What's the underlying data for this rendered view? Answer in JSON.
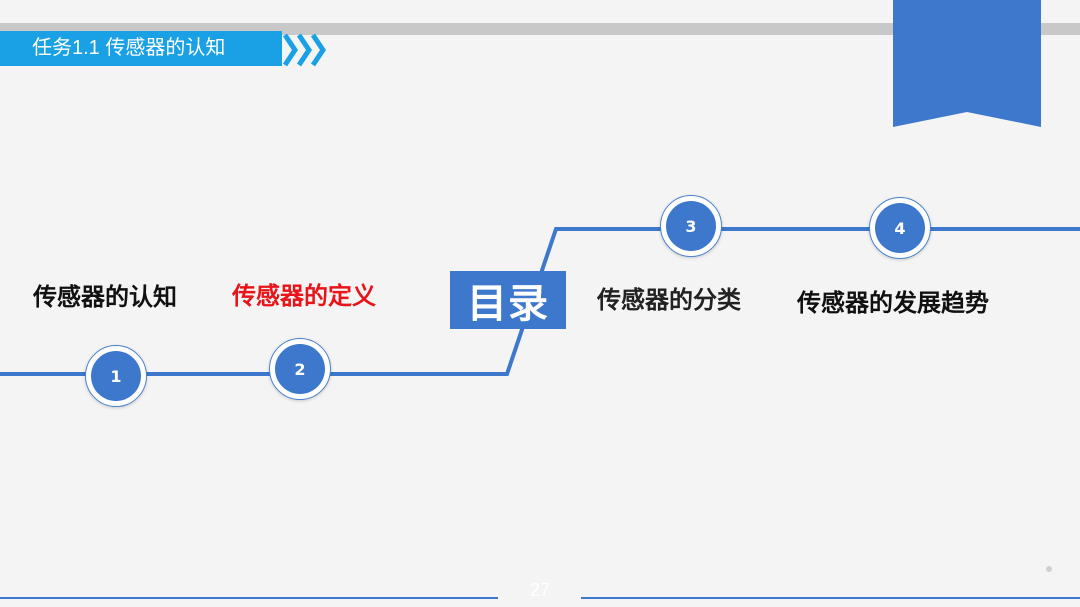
{
  "header": {
    "title": "任务1.1  传感器的认知"
  },
  "toc": {
    "label": "目录",
    "items": [
      {
        "number": "1",
        "label": "传感器的认知",
        "color": "#111111",
        "current": false
      },
      {
        "number": "2",
        "label": "传感器的定义",
        "color": "#e8141a",
        "current": true
      },
      {
        "number": "3",
        "label": "传感器的分类",
        "color": "#222222",
        "current": false
      },
      {
        "number": "4",
        "label": "传感器的发展趋势",
        "color": "#111111",
        "current": false
      }
    ]
  },
  "footer": {
    "page_number": "27"
  },
  "colors": {
    "accent_blue": "#3d78cd",
    "banner_cyan": "#1aa0e4",
    "highlight_red": "#e8141a",
    "rule_gray": "#c8c8c8"
  }
}
